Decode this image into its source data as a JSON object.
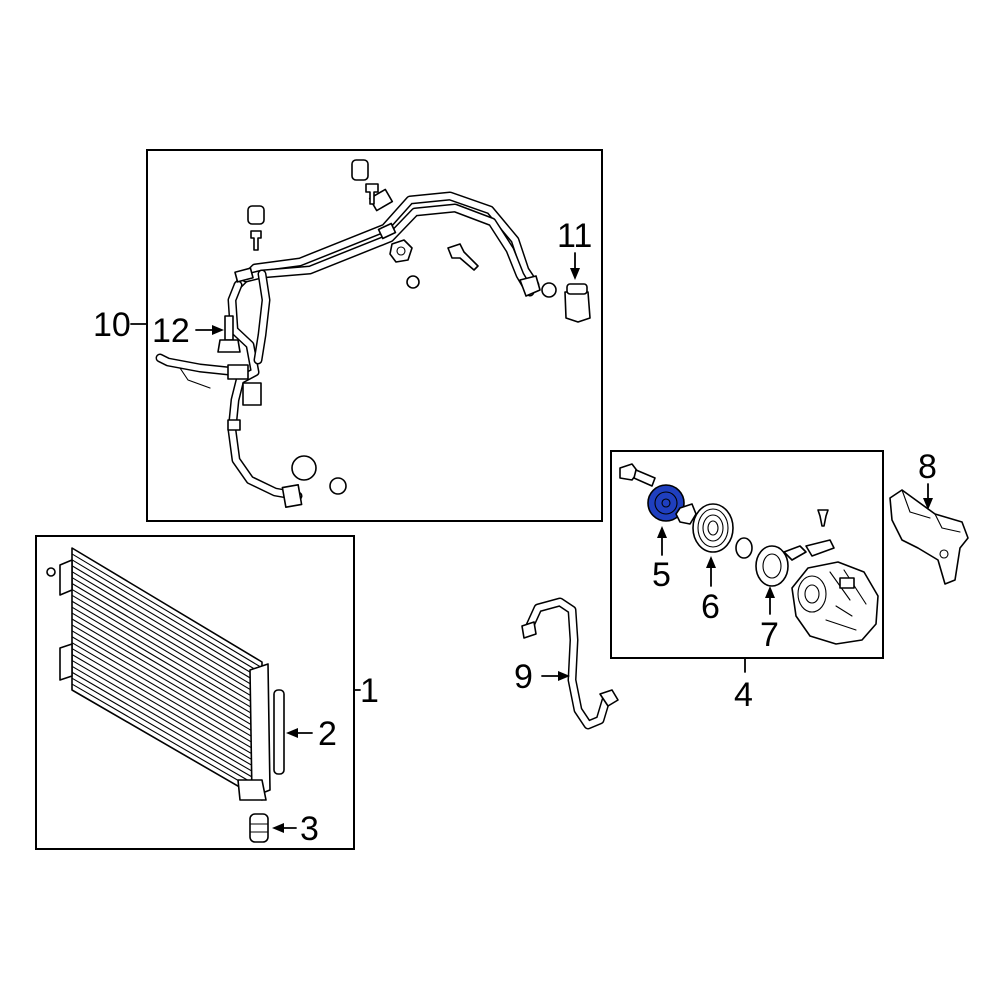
{
  "callouts": {
    "c1": "1",
    "c2": "2",
    "c3": "3",
    "c4": "4",
    "c5": "5",
    "c6": "6",
    "c7": "7",
    "c8": "8",
    "c9": "9",
    "c10": "10",
    "c11": "11",
    "c12": "12"
  },
  "highlight_color": "#1f3fbf",
  "highlighted_part": "5"
}
